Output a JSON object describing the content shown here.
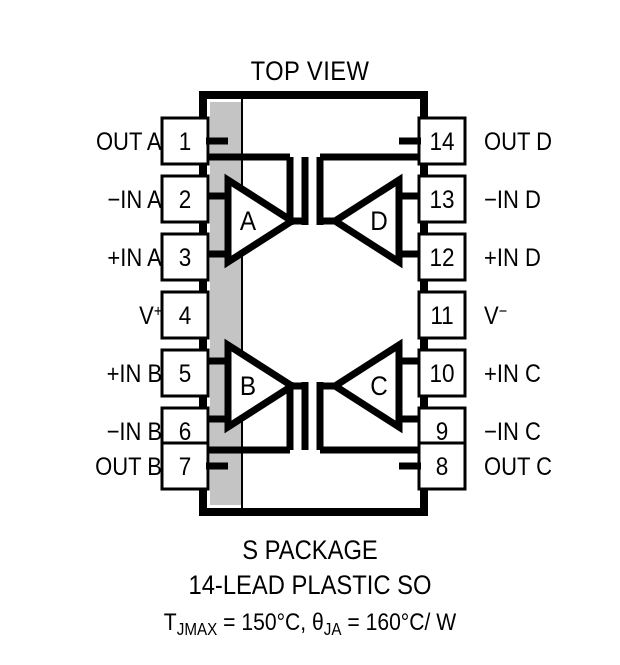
{
  "title": "TOP VIEW",
  "package": {
    "body_fill": "#ffffff",
    "notch_fill": "#c4c4c4",
    "line_color": "#000000"
  },
  "amplifiers": [
    {
      "id": "amp-a",
      "label": "A",
      "orientation": "right"
    },
    {
      "id": "amp-b",
      "label": "B",
      "orientation": "right"
    },
    {
      "id": "amp-c",
      "label": "C",
      "orientation": "left"
    },
    {
      "id": "amp-d",
      "label": "D",
      "orientation": "left"
    }
  ],
  "pins_left": [
    {
      "number": "1",
      "label": "OUT A",
      "sup": ""
    },
    {
      "number": "2",
      "label": "−IN A",
      "sup": ""
    },
    {
      "number": "3",
      "label": "+IN A",
      "sup": ""
    },
    {
      "number": "4",
      "label": "V",
      "sup": "+"
    },
    {
      "number": "5",
      "label": "+IN B",
      "sup": ""
    },
    {
      "number": "6",
      "label": "−IN B",
      "sup": ""
    },
    {
      "number": "7",
      "label": "OUT B",
      "sup": ""
    }
  ],
  "pins_right": [
    {
      "number": "14",
      "label": "OUT D",
      "sup": ""
    },
    {
      "number": "13",
      "label": "−IN D",
      "sup": ""
    },
    {
      "number": "12",
      "label": "+IN D",
      "sup": ""
    },
    {
      "number": "11",
      "label": "V",
      "sup": "−"
    },
    {
      "number": "10",
      "label": "+IN C",
      "sup": ""
    },
    {
      "number": "9",
      "label": "−IN C",
      "sup": ""
    },
    {
      "number": "8",
      "label": "OUT C",
      "sup": ""
    }
  ],
  "caption": {
    "line1": "S PACKAGE",
    "line2": "14-LEAD PLASTIC SO",
    "thermal": {
      "t_symbol": "T",
      "t_subscript": "JMAX",
      "t_value": " = 150°C, ",
      "theta_symbol": "θ",
      "theta_subscript": "JA",
      "theta_value": " = 160°C/ W"
    }
  }
}
